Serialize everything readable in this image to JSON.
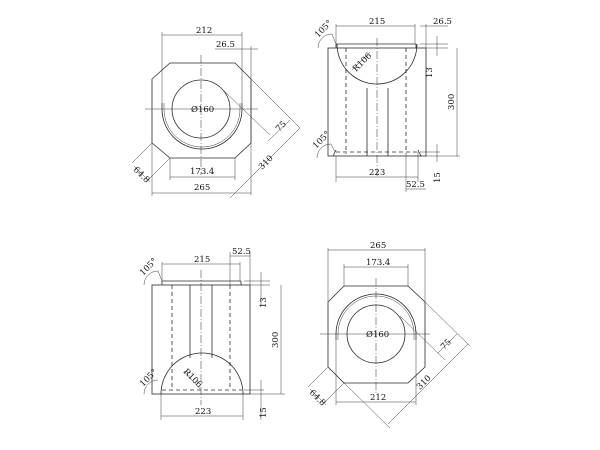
{
  "drawing": {
    "views": [
      {
        "id": "top-left-plan",
        "labels": {
          "width_top": "212",
          "offset_top": "26.5",
          "diameter": "Ø160",
          "diag_inner": "75",
          "diag_outer": "310",
          "chamfer": "64.8",
          "width_inner": "173.4",
          "width_outer": "265"
        }
      },
      {
        "id": "top-right-elevation",
        "labels": {
          "angle_top": "105°",
          "width_top": "215",
          "offset_top": "26.5",
          "radius": "R106",
          "height_lip": "13",
          "height_total": "300",
          "angle_bottom": "105°",
          "width_bottom": "223",
          "height_base": "15",
          "offset_bottom": "52.5"
        }
      },
      {
        "id": "bottom-left-elevation",
        "labels": {
          "angle_top": "105°",
          "width_top": "215",
          "offset_top": "52.5",
          "height_lip": "13",
          "height_total": "300",
          "radius": "R106",
          "angle_bottom": "105°",
          "width_bottom": "223",
          "height_base": "15"
        }
      },
      {
        "id": "bottom-right-plan",
        "labels": {
          "width_outer": "265",
          "width_inner": "173.4",
          "diameter": "Ø160",
          "diag_inner": "75",
          "diag_outer": "310",
          "chamfer": "64.8",
          "width_bottom": "212"
        }
      }
    ]
  }
}
